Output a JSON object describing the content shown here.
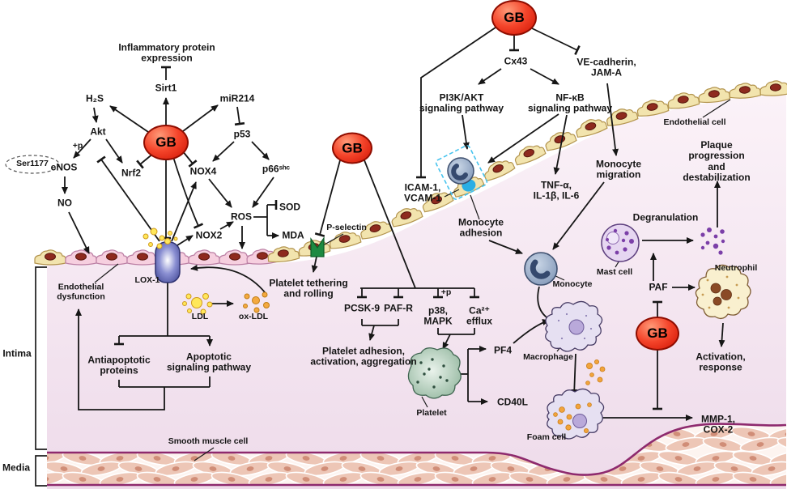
{
  "gb": {
    "label": "GB"
  },
  "labels": {
    "inflammatory": "Inflammatory protein\nexpression",
    "sirt1": "Sirt1",
    "h2s": "H₂S",
    "mir214": "miR214",
    "akt": "Akt",
    "plus_p": "+p",
    "ser1177": "Ser1177",
    "enos": "eNOS",
    "nrf2": "Nrf2",
    "p53": "p53",
    "nox4": "NOX4",
    "p66shc": "p66ˢʰᶜ",
    "no": "NO",
    "ros": "ROS",
    "sod": "SOD",
    "mda": "MDA",
    "nox2": "NOX2",
    "endothelial_dysfunction": "Endothelial\ndysfunction",
    "lox1": "LOX-1",
    "ldl": "LDL",
    "oxldl": "ox-LDL",
    "antiapoptotic": "Antiapoptotic\nproteins",
    "apoptotic": "Apoptotic\nsignaling pathway",
    "intima": "Intima",
    "media": "Media",
    "smooth_muscle": "Smooth muscle cell",
    "p_selectin": "P-selectin",
    "tethering": "Platelet tethering\nand rolling",
    "pcsk9": "PCSK-9",
    "pafr": "PAF-R",
    "p38_mapk": "p38,\nMAPK",
    "ca_efflux": "Ca²⁺\nefflux",
    "platelet_adhesion": "Platelet adhesion,\nactivation, aggregation",
    "platelet": "Platelet",
    "pf4": "PF4",
    "cd40l": "CD40L",
    "cx43": "Cx43",
    "pi3k": "PI3K/AKT\nsignaling pathway",
    "nfkb": "NF-κB\nsignaling pathway",
    "ve_cadherin": "VE-cadherin,\nJAM-A",
    "endothelial_cell": "Endothelial cell",
    "icam_vcam": "ICAM-1,\nVCAM-1",
    "monocyte_adhesion": "Monocyte\nadhesion",
    "tnf": "TNF-α,\nIL-1β, IL-6",
    "monocyte_migration": "Monocyte\nmigration",
    "plaque": "Plaque progression\nand destabilization",
    "degranulation": "Degranulation",
    "mast_cell": "Mast cell",
    "neutrophil": "Neutrophil",
    "paf": "PAF",
    "activation": "Activation,\nresponse",
    "monocyte": "Monocyte",
    "macrophage": "Macrophage",
    "foam_cell": "Foam cell",
    "mmp_cox": "MMP-1,\nCOX-2"
  },
  "colors": {
    "gb_node": "#e81c0f",
    "intima_bg": "#f3e3ef",
    "endothelium_cream": "#f2e4ae",
    "endothelium_pink": "#f6cfdf",
    "nucleus_red": "#8e2a1e",
    "lox1_blue": "#474c9e",
    "p_selectin_green": "#1d8a41",
    "ldl_yellow": "#ffe759",
    "oxldl_orange": "#f4a93f",
    "monocyte_blue": "#8fa3c2",
    "cyan_accent": "#2aaee4",
    "mast_purple": "#7b3fa8",
    "media_pink": "#edc6b6",
    "media_border": "#8e2a6e"
  },
  "edges": [
    "GB → Sirt1",
    "GB → H₂S",
    "GB → miR214",
    "GB ⊣ Nrf2",
    "GB ⊣ NOX4",
    "GB ⊣ NOX2",
    "GB ⊣ LOX-1",
    "Sirt1 ⊣ Inflammatory protein expression",
    "H₂S → Akt",
    "Akt → eNOS (+p, Ser1177)",
    "Akt → Nrf2",
    "miR214 ⊣ p53",
    "p53 → NOX4",
    "p53 → p66shc",
    "NOX4 → ROS",
    "p66shc → ROS",
    "NOX2 → ROS",
    "ROS ⊣ SOD",
    "ROS → MDA",
    "ROS → endothelium",
    "eNOS → NO",
    "NO → endothelium",
    "LOX-1 ⊣ eNOS",
    "LOX-1 → NOX4",
    "LOX-1 → NOX2",
    "LDL → ox-LDL",
    "ox-LDL → LOX-1",
    "LOX-1 ⊣ Antiapoptotic proteins",
    "LOX-1 → Apoptotic signaling pathway",
    "Apoptotic signaling → Endothelial dysfunction",
    "GB ⊣ P-selectin",
    "P-selectin → Platelet tethering and rolling",
    "GB ⊣ PCSK-9 / PAF-R / p38,MAPK (+p) / Ca²⁺ efflux",
    "PCSK-9 + PAF-R → Platelet adhesion, activation, aggregation",
    "p38,MAPK + Ca²⁺ efflux → Platelet",
    "Platelet → PF4",
    "Platelet → CD40L",
    "PF4 → Macrophage",
    "GB ⊣ Cx43",
    "GB ⊣ VE-cadherin, JAM-A",
    "GB ⊣ ICAM-1, VCAM-1",
    "Cx43 → PI3K/AKT signaling pathway",
    "Cx43 → NF-κB signaling pathway",
    "PI3K/AKT → Monocyte adhesion",
    "NF-κB → Monocyte adhesion",
    "NF-κB → TNF-α, IL-1β, IL-6",
    "VE-cadherin, JAM-A → Monocyte migration",
    "Monocyte adhesion → Monocyte",
    "Monocyte migration → Monocyte",
    "Monocyte → Macrophage",
    "Macrophage → Foam cell",
    "Foam cell → MMP-1, COX-2",
    "GB ⊣ (Foam cell → MMP-1, COX-2)",
    "GB ⊣ PAF",
    "PAF → Mast cell",
    "PAF → Neutrophil",
    "Mast cell → Degranulation",
    "Degranulation → Plaque progression and destabilization",
    "Neutrophil → Activation, response"
  ]
}
